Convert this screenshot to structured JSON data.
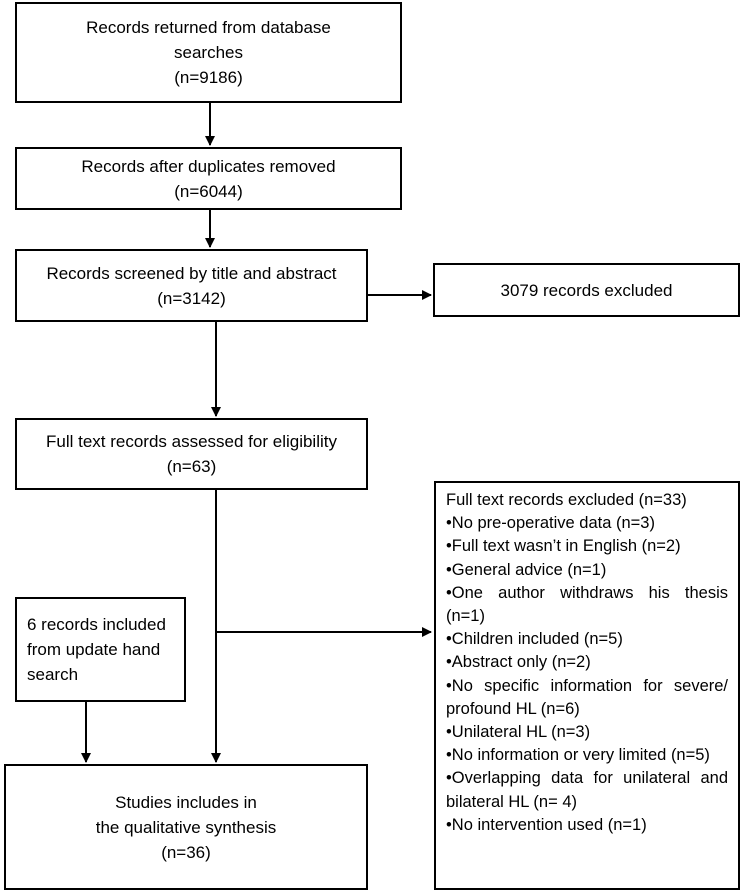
{
  "boxes": {
    "database": {
      "line1": "Records returned from database",
      "line2": "searches",
      "line3": "(n=9186)"
    },
    "duplicates": {
      "line1": "Records after duplicates removed",
      "line2": "(n=6044)"
    },
    "screened": {
      "line1": "Records screened by title and abstract",
      "line2": "(n=3142)"
    },
    "excluded_screen": {
      "line1": "3079 records excluded"
    },
    "fulltext": {
      "line1": "Full text records assessed for eligibility",
      "line2": "(n=63)"
    },
    "hand_search": {
      "line1": "6 records included",
      "line2": "from update hand",
      "line3": "search"
    },
    "included": {
      "line1": "Studies includes in",
      "line2": "the qualitative synthesis",
      "line3": "(n=36)"
    }
  },
  "fulltext_excluded": {
    "header": "Full text records excluded (n=33)",
    "items": [
      "No pre-operative data (n=3)",
      "Full text wasn’t in English (n=2)",
      "General advice (n=1)",
      "One author withdraws his thesis (n=1)",
      "Children included (n=5)",
      "Abstract only (n=2)",
      "No specific information for severe/ profound HL (n=6)",
      "Unilateral HL (n=3)",
      "No information or very limited (n=5)",
      "Overlapping data for unilateral and bilateral HL (n= 4)",
      "No intervention used (n=1)"
    ]
  }
}
